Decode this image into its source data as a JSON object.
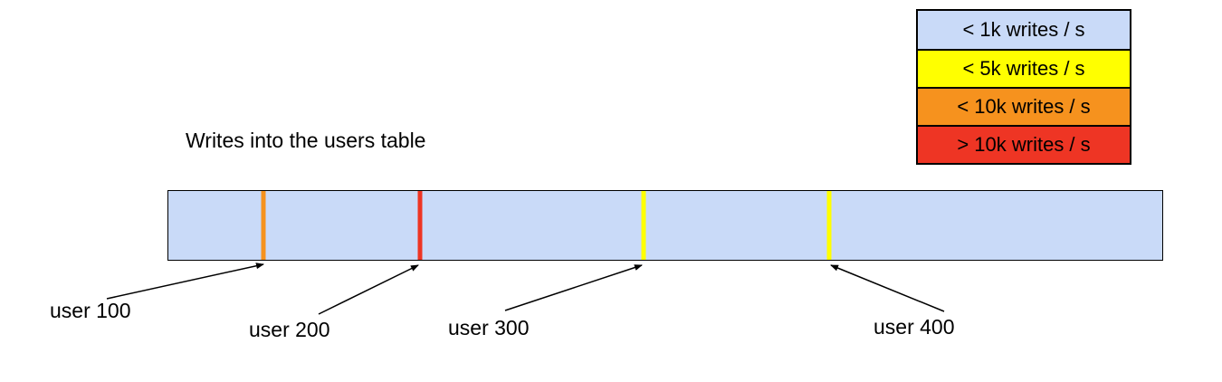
{
  "title": "Writes into the users table",
  "legend": {
    "items": [
      {
        "label": "< 1k writes / s",
        "color": "#c9daf8"
      },
      {
        "label": "< 5k writes / s",
        "color": "#ffff00"
      },
      {
        "label": "< 10k writes / s",
        "color": "#f6921e"
      },
      {
        "label": "> 10k writes / s",
        "color": "#ee3524"
      }
    ]
  },
  "bar": {
    "fill": "#c9daf8",
    "markers": [
      {
        "user": "user 100",
        "color": "#f6921e",
        "position_pct": 9.6
      },
      {
        "user": "user 200",
        "color": "#ee3524",
        "position_pct": 25.3
      },
      {
        "user": "user 300",
        "color": "#ffff00",
        "position_pct": 47.8
      },
      {
        "user": "user 400",
        "color": "#ffff00",
        "position_pct": 66.5
      }
    ]
  }
}
